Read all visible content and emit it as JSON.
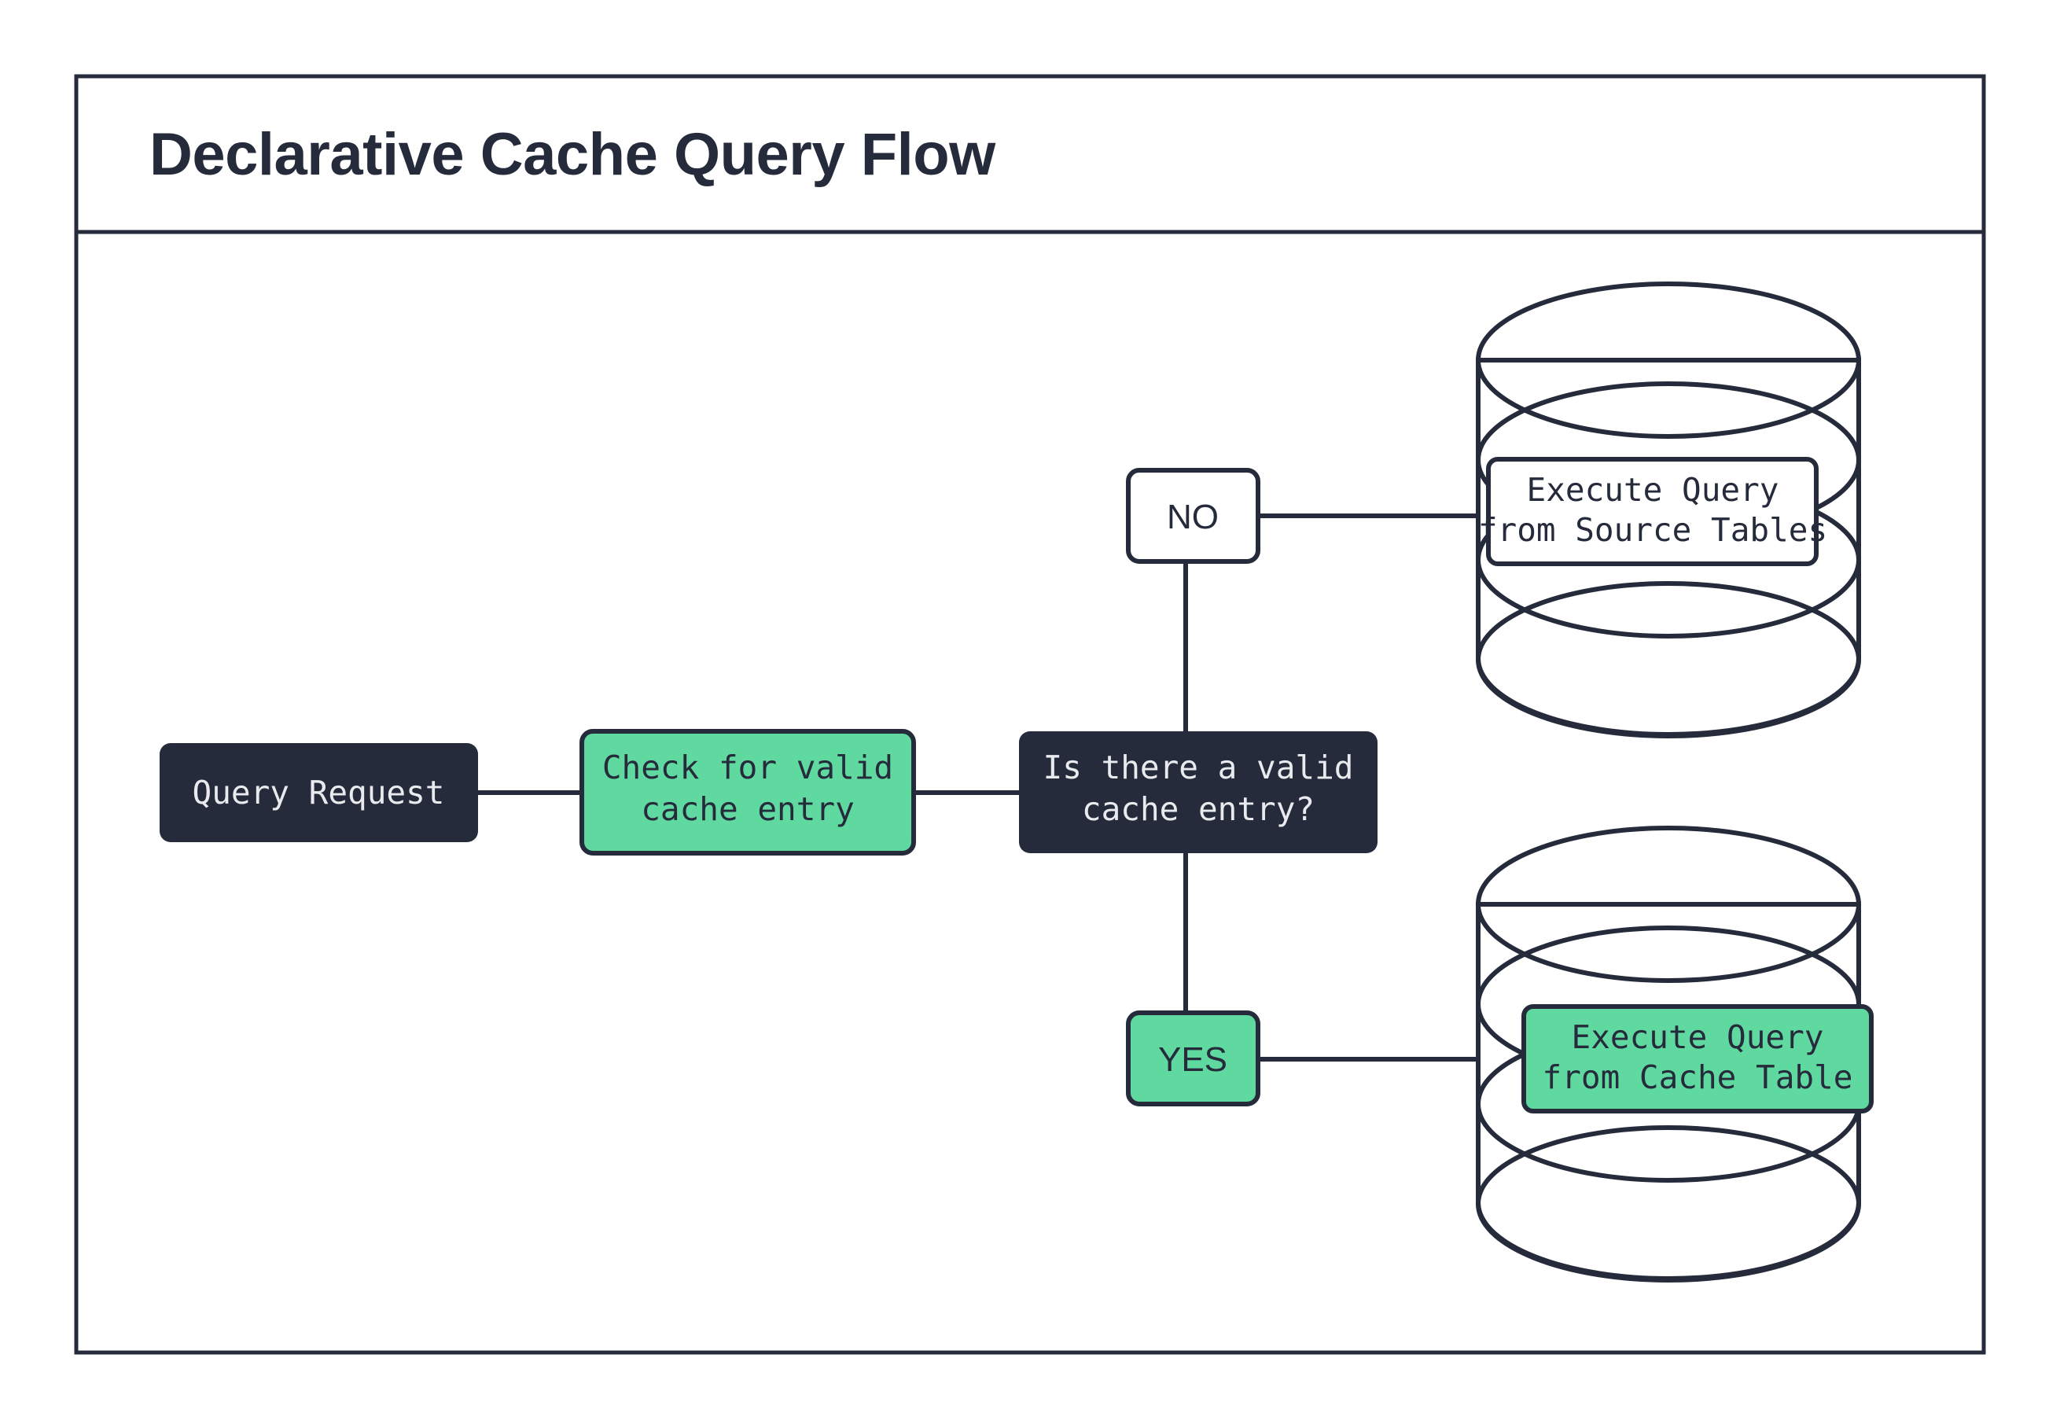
{
  "diagram": {
    "title": "Declarative Cache Query Flow",
    "nodes": {
      "query_request": {
        "label": "Query Request",
        "style": "dark"
      },
      "check_cache": {
        "line1": "Check for valid",
        "line2": "cache entry",
        "style": "green"
      },
      "decision": {
        "line1": "Is there a valid",
        "line2": "cache entry?",
        "style": "dark"
      },
      "branch_no": {
        "label": "NO",
        "style": "white"
      },
      "branch_yes": {
        "label": "YES",
        "style": "green"
      },
      "source_tables": {
        "line1": "Execute Query",
        "line2": "from Source Tables",
        "style": "white-on-database"
      },
      "cache_table": {
        "line1": "Execute Query",
        "line2": "from Cache Table",
        "style": "green-on-database"
      }
    },
    "edges": [
      {
        "from": "query_request",
        "to": "check_cache",
        "label": ""
      },
      {
        "from": "check_cache",
        "to": "decision",
        "label": ""
      },
      {
        "from": "decision",
        "to": "branch_no",
        "label": "NO"
      },
      {
        "from": "branch_no",
        "to": "source_tables",
        "label": ""
      },
      {
        "from": "decision",
        "to": "branch_yes",
        "label": "YES"
      },
      {
        "from": "branch_yes",
        "to": "cache_table",
        "label": ""
      }
    ],
    "colors": {
      "ink": "#262B3C",
      "accent_green": "#5FD9A0",
      "surface": "#FFFFFF",
      "text_on_dark": "#E9EAEE"
    }
  }
}
